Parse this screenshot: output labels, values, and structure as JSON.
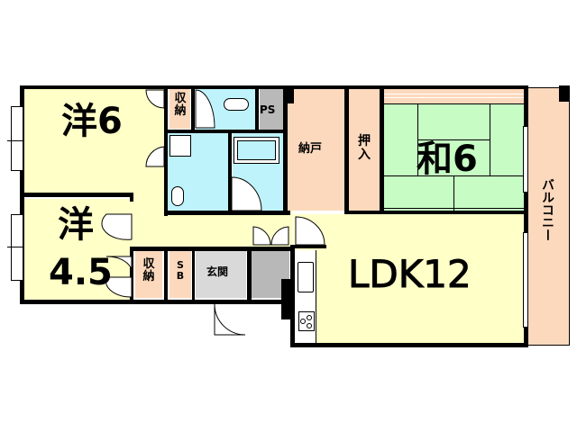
{
  "floor_plan": {
    "rooms": {
      "western_6": {
        "label_kanji": "洋",
        "label_size": "6"
      },
      "western_4_5": {
        "label_kanji": "洋",
        "label_size": "4.5"
      },
      "japanese_6": {
        "label": "和6"
      },
      "ldk": {
        "label": "LDK12"
      },
      "storage_1": {
        "label": "収\n納"
      },
      "storage_2": {
        "label": "収\n納"
      },
      "ps": {
        "label": "PS"
      },
      "nando": {
        "label": "納戸"
      },
      "oshiire": {
        "label": "押\n入"
      },
      "shoe_box": {
        "label": "S\nB"
      },
      "entrance": {
        "label": "玄関"
      },
      "balcony": {
        "label": "バルコニー"
      }
    },
    "colors": {
      "western_room": "#ffffc8",
      "storage": "#fcd9bd",
      "wet_area": "#bff3fb",
      "tatami": "#c7fcc4",
      "entrance": "#d9d9d9",
      "entrance_step": "#b8b8b8",
      "wall": "#000000"
    }
  }
}
